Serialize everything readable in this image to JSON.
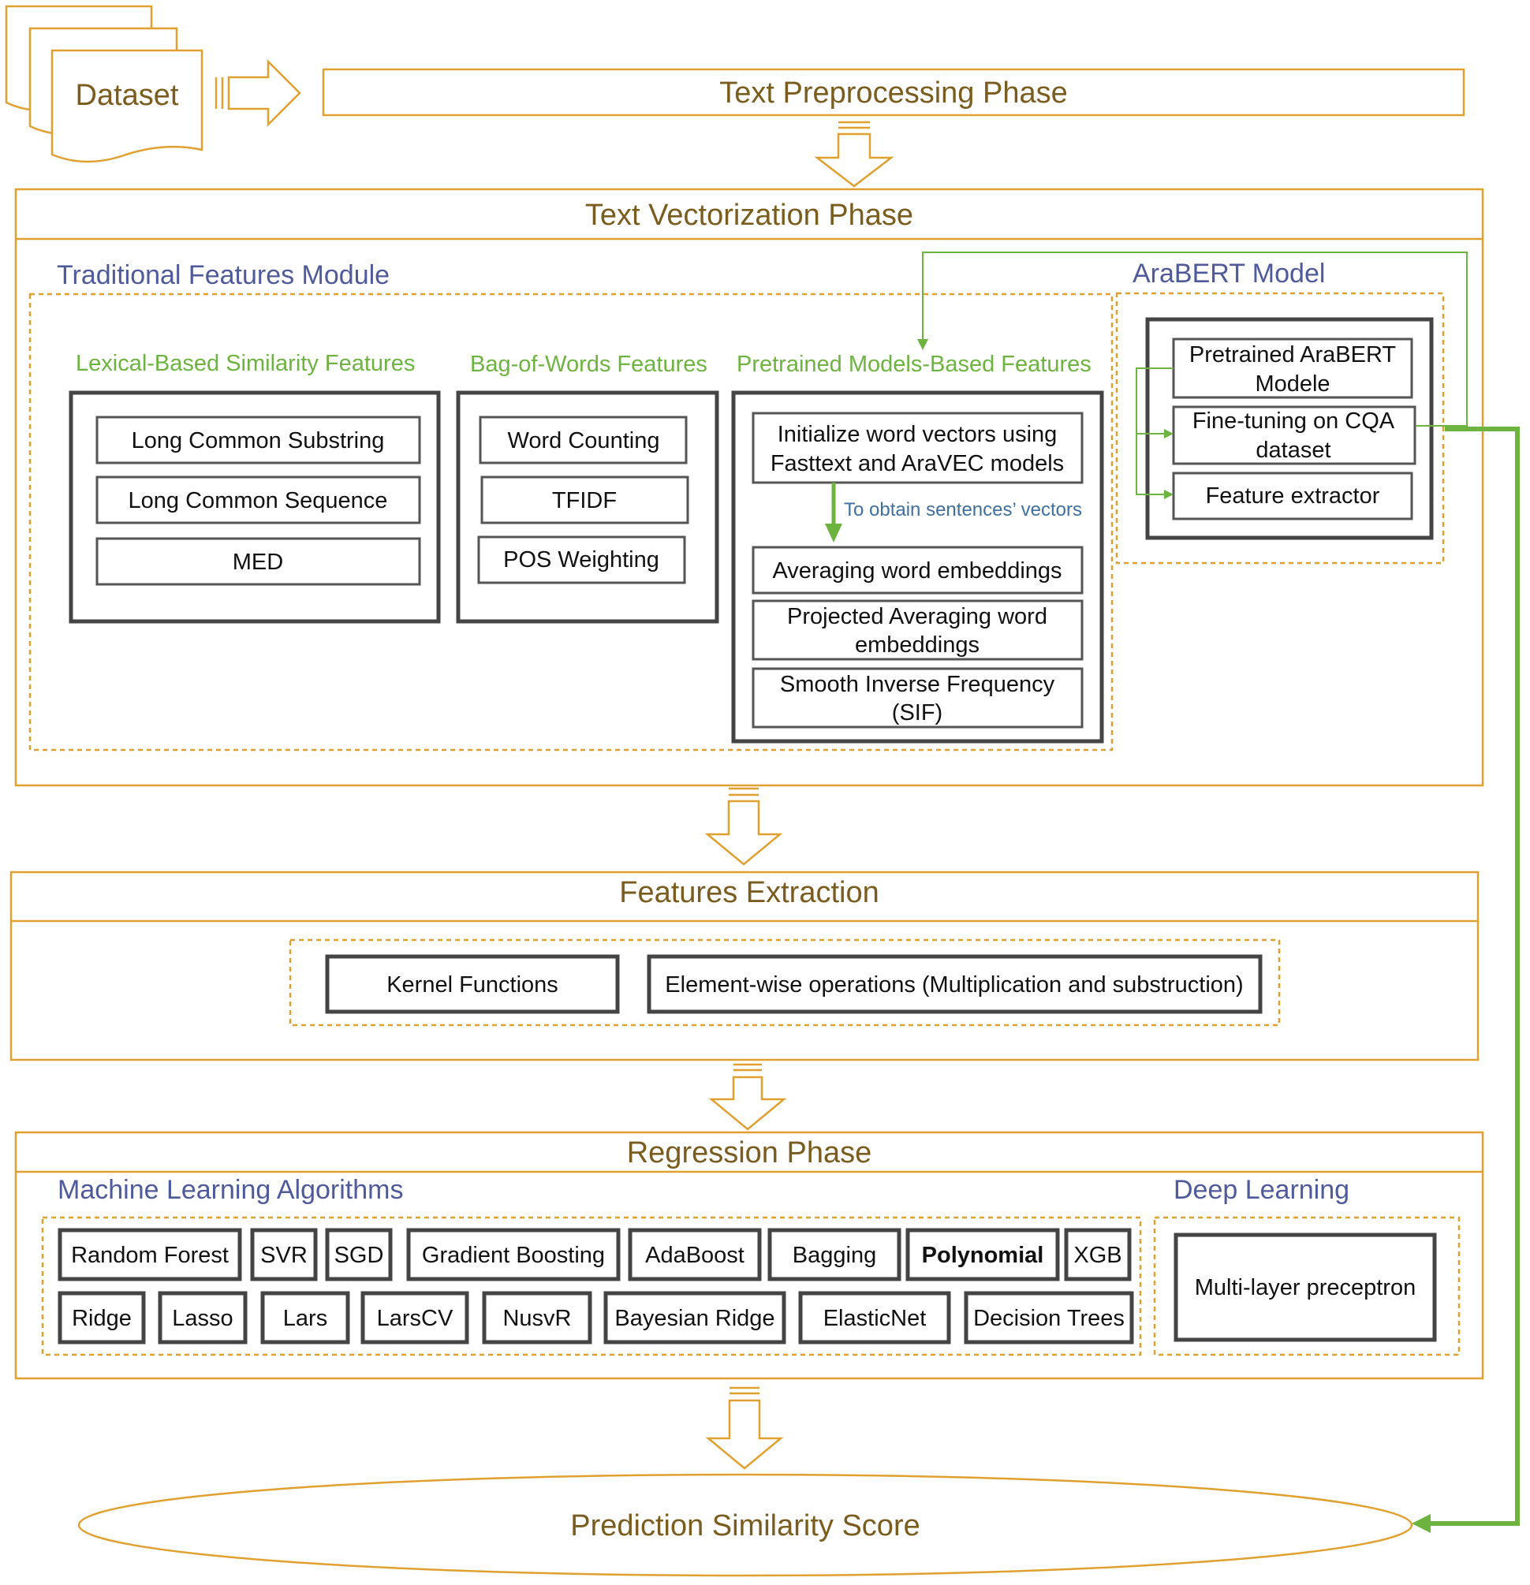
{
  "colors": {
    "phase_border": "#e0a030",
    "phase_title": "#7a5c1e",
    "module_title": "#4f5a9a",
    "group_title": "#6db33f",
    "connector_green": "#6db33f",
    "box_border": "#444444"
  },
  "dataset": {
    "label": "Dataset"
  },
  "preprocessing": {
    "title": "Text Preprocessing Phase"
  },
  "vectorization": {
    "title": "Text Vectorization Phase",
    "traditional": {
      "title": "Traditional Features Module",
      "lexical": {
        "title": "Lexical-Based Similarity Features",
        "items": [
          "Long Common Substring",
          "Long Common Sequence",
          "MED"
        ]
      },
      "bow": {
        "title": "Bag-of-Words Features",
        "items": [
          "Word Counting",
          "TFIDF",
          "POS Weighting"
        ]
      },
      "pretrained": {
        "title": "Pretrained Models-Based Features",
        "init_line1": "Initialize word vectors using",
        "init_line2": "Fasttext and AraVEC models",
        "note": "To obtain sentences’ vectors",
        "avg": "Averaging word embeddings",
        "proj_line1": "Projected Averaging word",
        "proj_line2": "embeddings",
        "sif_line1": "Smooth Inverse Frequency",
        "sif_line2": "(SIF)"
      }
    },
    "arabert": {
      "title": "AraBERT Model",
      "pretrained_line1": "Pretrained AraBERT",
      "pretrained_line2": "Modele",
      "finetune_line1": "Fine-tuning on CQA",
      "finetune_line2": "dataset",
      "extractor": "Feature extractor"
    }
  },
  "features": {
    "title": "Features Extraction",
    "kernel": "Kernel Functions",
    "elementwise": "Element-wise operations (Multiplication and substruction)"
  },
  "regression": {
    "title": "Regression Phase",
    "ml_title": "Machine Learning Algorithms",
    "dl_title": "Deep Learning",
    "row1": [
      "Random Forest",
      "SVR",
      "SGD",
      "Gradient Boosting",
      "AdaBoost",
      "Bagging",
      "Polynomial",
      "XGB"
    ],
    "row2": [
      "Ridge",
      "Lasso",
      "Lars",
      "LarsCV",
      "NusvR",
      "Bayesian Ridge",
      "ElasticNet",
      "Decision Trees"
    ],
    "mlp": "Multi-layer preceptron"
  },
  "output": {
    "label": "Prediction Similarity Score"
  }
}
